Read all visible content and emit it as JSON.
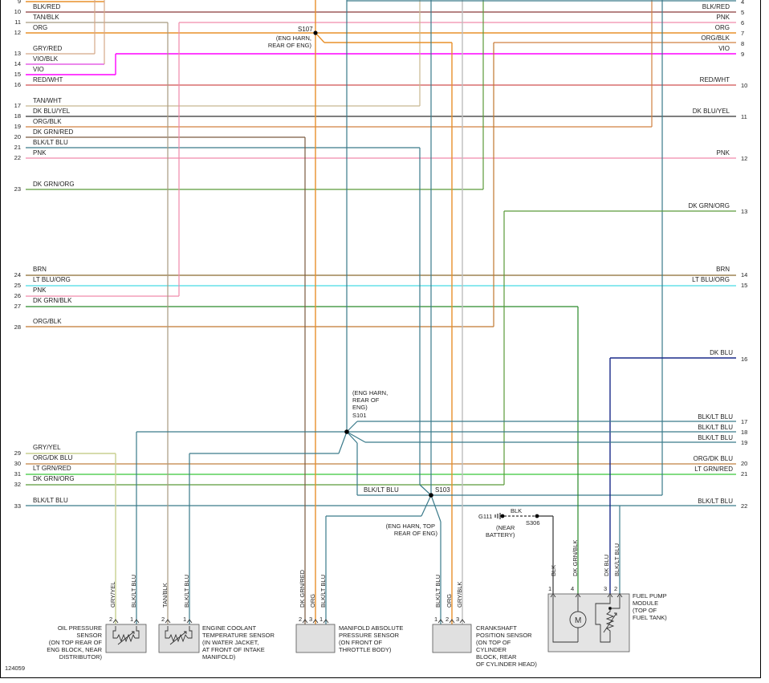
{
  "figure_id": "124059",
  "left_pins": [
    {
      "num": "9",
      "label": "BLK/RED",
      "color": "#e8902a"
    },
    {
      "num": "10",
      "label": "TAN/BLK",
      "color": "#8b3a3a"
    },
    {
      "num": "11",
      "label": "ORG",
      "color": "#e8902a"
    },
    {
      "num": "12",
      "label": "",
      "color": "#e8902a"
    },
    {
      "num": "13",
      "label": "GRY/RED",
      "color": "#d4a888"
    },
    {
      "num": "14",
      "label": "VIO/BLK",
      "color": "#e040e0"
    },
    {
      "num": "15",
      "label": "VIO",
      "color": "#ff00ff"
    },
    {
      "num": "16",
      "label": "RED/WHT",
      "color": "#d05050"
    },
    {
      "num": "17",
      "label": "TAN/WHT",
      "color": "#c8b890"
    },
    {
      "num": "18",
      "label": "DK BLU/YEL",
      "color": "#333333"
    },
    {
      "num": "19",
      "label": "ORG/BLK",
      "color": "#d08040"
    },
    {
      "num": "20",
      "label": "DK GRN/RED",
      "color": "#7a5a40"
    },
    {
      "num": "21",
      "label": "BLK/LT BLU",
      "color": "#3a7a8a"
    },
    {
      "num": "22",
      "label": "PNK",
      "color": "#f08aaa"
    },
    {
      "num": "23",
      "label": "DK GRN/ORG",
      "color": "#5a9a3a"
    },
    {
      "num": "24",
      "label": "BRN",
      "color": "#8a6a30"
    },
    {
      "num": "25",
      "label": "LT BLU/ORG",
      "color": "#66e0e8"
    },
    {
      "num": "26",
      "label": "PNK",
      "color": "#f08aaa"
    },
    {
      "num": "27",
      "label": "DK GRN/BLK",
      "color": "#2a8a2a"
    },
    {
      "num": "28",
      "label": "ORG/BLK",
      "color": "#c07830"
    },
    {
      "num": "29",
      "label": "GRY/YEL",
      "color": "#c8d090"
    },
    {
      "num": "30",
      "label": "ORG/DK BLU",
      "color": "#c08040"
    },
    {
      "num": "31",
      "label": "LT GRN/RED",
      "color": "#5ad05a"
    },
    {
      "num": "32",
      "label": "DK GRN/ORG",
      "color": "#5a9a3a"
    },
    {
      "num": "33",
      "label": "BLK/LT BLU",
      "color": "#3a7a8a"
    }
  ],
  "right_pins": [
    {
      "num": "4",
      "label": "",
      "color": "#3a7a8a"
    },
    {
      "num": "5",
      "label": "BLK/RED",
      "color": "#8b3a3a"
    },
    {
      "num": "6",
      "label": "PNK",
      "color": "#f08aaa"
    },
    {
      "num": "7",
      "label": "ORG",
      "color": "#e8902a"
    },
    {
      "num": "8",
      "label": "ORG/BLK",
      "color": "#d08040"
    },
    {
      "num": "9",
      "label": "VIO",
      "color": "#ff00ff"
    },
    {
      "num": "10",
      "label": "RED/WHT",
      "color": "#d05050"
    },
    {
      "num": "11",
      "label": "DK BLU/YEL",
      "color": "#333333"
    },
    {
      "num": "12",
      "label": "PNK",
      "color": "#f08aaa"
    },
    {
      "num": "13",
      "label": "DK GRN/ORG",
      "color": "#5a9a3a"
    },
    {
      "num": "14",
      "label": "BRN",
      "color": "#8a6a30"
    },
    {
      "num": "15",
      "label": "LT BLU/ORG",
      "color": "#66e0e8"
    },
    {
      "num": "16",
      "label": "DK BLU",
      "color": "#1a2a8a"
    },
    {
      "num": "17",
      "label": "BLK/LT BLU",
      "color": "#3a7a8a"
    },
    {
      "num": "18",
      "label": "BLK/LT BLU",
      "color": "#3a7a8a"
    },
    {
      "num": "19",
      "label": "BLK/LT BLU",
      "color": "#3a7a8a"
    },
    {
      "num": "20",
      "label": "ORG/DK BLU",
      "color": "#c08040"
    },
    {
      "num": "21",
      "label": "LT GRN/RED",
      "color": "#5ad05a"
    },
    {
      "num": "22",
      "label": "BLK/LT BLU",
      "color": "#3a7a8a"
    }
  ],
  "splices": {
    "s107": {
      "id": "S107",
      "note": [
        "(ENG HARN,",
        "REAR OF ENG)"
      ]
    },
    "s101": {
      "id": "S101",
      "note": [
        "(ENG HARN,",
        "REAR OF",
        "ENG)"
      ]
    },
    "s103": {
      "id": "S103",
      "note": [
        "(ENG HARN, TOP",
        "REAR OF ENG)"
      ]
    },
    "s306": {
      "id": "S306"
    },
    "g111": {
      "id": "G111",
      "wire": "BLK",
      "note": [
        "(NEAR",
        "BATTERY)"
      ]
    }
  },
  "wire_labels": {
    "blk_lt_blu_s103": "BLK/LT BLU"
  },
  "components": [
    {
      "key": "oil",
      "title": [
        "OIL PRESSURE",
        "SENSOR",
        "(ON TOP REAR OF",
        "ENG BLOCK, NEAR",
        "DISTRIBUTOR)"
      ],
      "pins": [
        "2",
        "1"
      ],
      "wires": [
        "GRY/YEL",
        "BLK/LT BLU"
      ]
    },
    {
      "key": "ect",
      "title": [
        "ENGINE COOLANT",
        "TEMPERATURE SENSOR",
        "(IN WATER JACKET,",
        "AT FRONT OF INTAKE",
        "MANIFOLD)"
      ],
      "pins": [
        "2",
        "1"
      ],
      "wires": [
        "TAN/BLK",
        "BLK/LT BLU"
      ]
    },
    {
      "key": "map",
      "title": [
        "MANIFOLD ABSOLUTE",
        "PRESSURE SENSOR",
        "(ON FRONT OF",
        "THROTTLE BODY)"
      ],
      "pins": [
        "2",
        "3",
        "1"
      ],
      "wires": [
        "DK GRN/RED",
        "ORG",
        "BLK/LT BLU"
      ]
    },
    {
      "key": "ckp",
      "title": [
        "CRANKSHAFT",
        "POSITION SENSOR",
        "(ON TOP OF",
        "CYLINDER",
        "BLOCK, REAR",
        "OF CYLINDER HEAD)"
      ],
      "pins": [
        "1",
        "2",
        "3"
      ],
      "wires": [
        "BLK/LT BLU",
        "ORG",
        "GRY/BLK"
      ]
    },
    {
      "key": "fuel",
      "title": [
        "FUEL PUMP",
        "MODULE",
        "(TOP OF",
        "FUEL TANK)"
      ],
      "pins": [
        "1",
        "4",
        "3",
        "2"
      ],
      "wires": [
        "BLK",
        "DK GRN/BLK",
        "DK BLU",
        "BLK/LT BLU"
      ],
      "motor": "M"
    }
  ]
}
